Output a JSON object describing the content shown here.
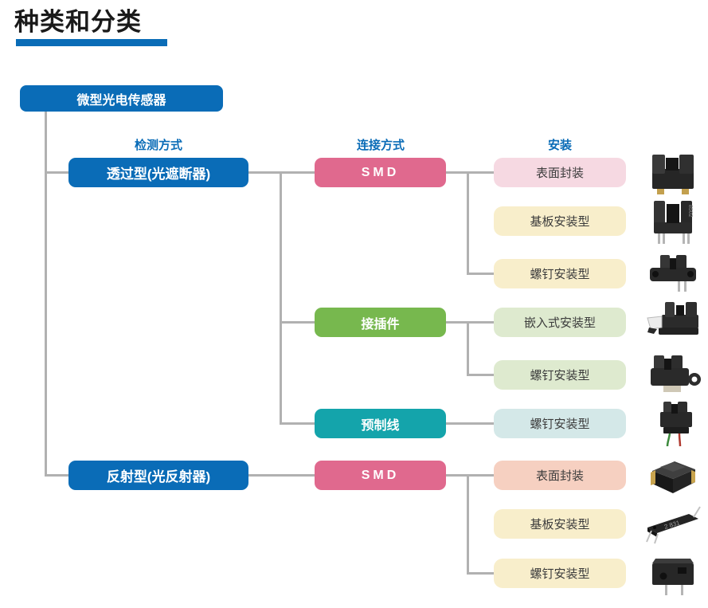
{
  "title": "种类和分类",
  "tree": {
    "root": "微型光电传感器",
    "headers": [
      "检测方式",
      "连接方式",
      "安装"
    ],
    "detection": [
      {
        "label": "透过型(光遮断器)",
        "connections": [
          {
            "label": "SMD",
            "mounts": [
              {
                "label": "表面封装"
              },
              {
                "label": "基板安装型"
              },
              {
                "label": "螺钉安装型"
              }
            ]
          },
          {
            "label": "接插件",
            "mounts": [
              {
                "label": "嵌入式安装型"
              },
              {
                "label": "螺钉安装型"
              }
            ]
          },
          {
            "label": "预制线",
            "mounts": [
              {
                "label": "螺钉安装型"
              }
            ]
          }
        ]
      },
      {
        "label": "反射型(光反射器)",
        "connections": [
          {
            "label": "SMD",
            "mounts": [
              {
                "label": "表面封装"
              },
              {
                "label": "基板安装型"
              },
              {
                "label": "螺钉安装型"
              }
            ]
          }
        ]
      }
    ]
  },
  "images": [
    {
      "name": "slot-sensor-surface-mount"
    },
    {
      "name": "slot-sensor-board-mount",
      "marking": "8502"
    },
    {
      "name": "slot-sensor-screw-mount"
    },
    {
      "name": "slot-sensor-connector"
    },
    {
      "name": "slot-sensor-screw-connector"
    },
    {
      "name": "slot-sensor-pre-wired"
    },
    {
      "name": "reflective-smd-chip"
    },
    {
      "name": "reflective-board-mount",
      "marking": "2 831"
    },
    {
      "name": "reflective-screw-mount"
    }
  ],
  "colors": {
    "blue": "#0a6cb7",
    "pink": "#e0698e",
    "green": "#77b84e",
    "teal": "#14a4ab",
    "pink_light": "#f6d9e2",
    "cream": "#f8eecb",
    "green_light": "#deeacf",
    "teal_light": "#d4e8e8",
    "salmon": "#f6d0c1",
    "line": "#b1b1b1",
    "ink": "#3c3c3c",
    "title_ink": "#1a1a1a"
  }
}
